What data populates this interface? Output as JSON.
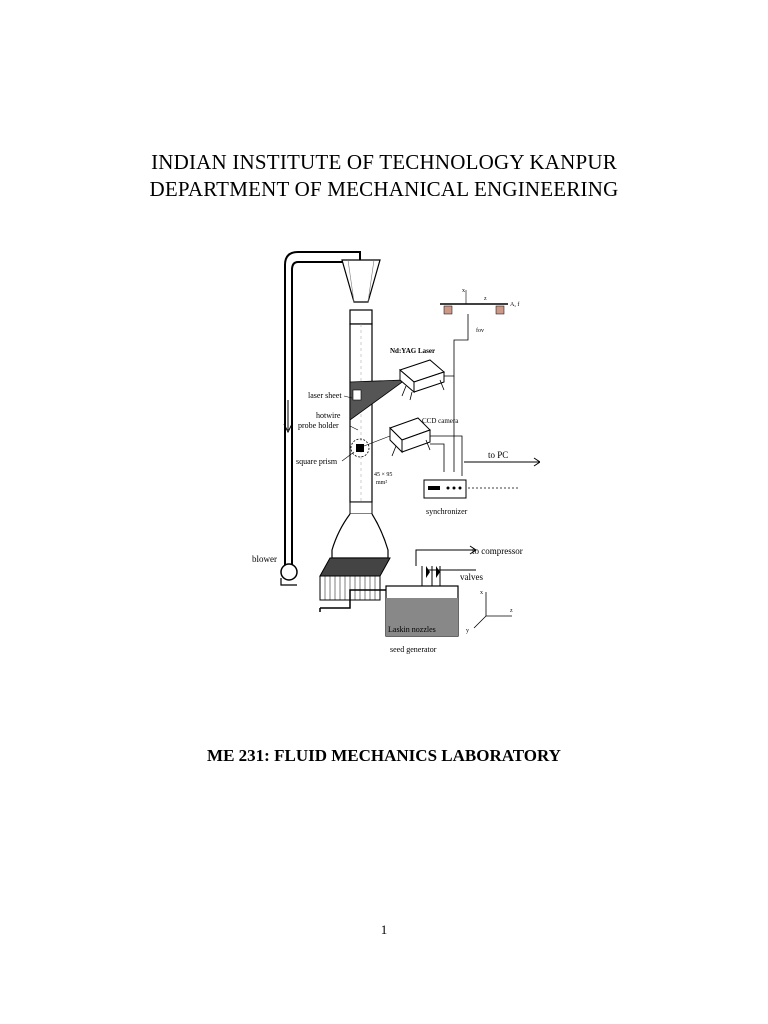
{
  "header": {
    "institute": "INDIAN INSTITUTE OF TECHNOLOGY KANPUR",
    "department": "DEPARTMENT OF MECHANICAL ENGINEERING"
  },
  "figure": {
    "labels": {
      "laser": "Nd:YAG Laser",
      "laser_sheet": "laser sheet",
      "hotwire": "hotwire",
      "probe_holder": "probe holder",
      "ccd": "CCD camera",
      "square_prism": "square prism",
      "dim": "45 × 95",
      "dim_unit": "mm²",
      "to_pc": "to PC",
      "synchronizer": "synchronizer",
      "blower": "blower",
      "to_compressor": "to compressor",
      "valves": "valves",
      "laskin": "Laskin nozzles",
      "seed_generator": "seed generator",
      "axis_x": "x",
      "axis_z": "z",
      "axis_y": "y",
      "axis_x_top": "x",
      "axis_z_top": "z",
      "axis_af": "A, f",
      "axis_fov": "fov"
    }
  },
  "course": {
    "title": "ME 231: FLUID MECHANICS LABORATORY"
  },
  "page_number": "1"
}
